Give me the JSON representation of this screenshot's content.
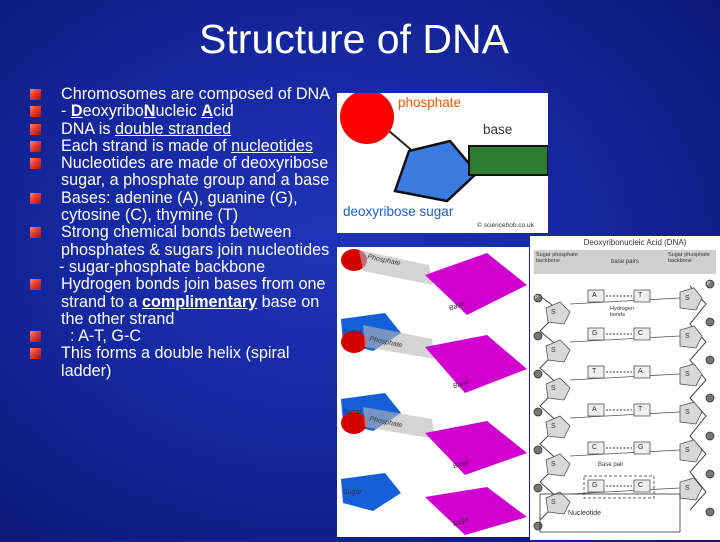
{
  "slide": {
    "title": "Structure of DNA",
    "bullets": {
      "b1": "Chromosomes are composed of DNA",
      "b2_prefix": "- ",
      "b2_D": "D",
      "b2_eoxyribo": "eoxyribo",
      "b2_N": "N",
      "b2_ucleic": "ucleic ",
      "b2_A": "A",
      "b2_cid": "cid",
      "b3_prefix": "DNA is ",
      "b3_link": "double stranded",
      "b4_prefix": "Each strand is made of ",
      "b4_link": "nucleotides",
      "b5": "Nucleotides are made of deoxyribose sugar, a phosphate group and a base",
      "b6": "Bases: adenine (A), guanine (G), cytosine (C), thymine (T)",
      "b7": "Strong chemical bonds between phosphates & sugars join nucleotides",
      "b8": " - sugar-phosphate backbone",
      "b9_prefix": "Hydrogen bonds join bases from one strand to a ",
      "b9_link": "complimentary",
      "b9_suffix": " base on the other strand",
      "b10": "  : A-T, G-C",
      "b11": "This forms a double helix (spiral ladder)"
    }
  },
  "figure1": {
    "phosphate_label": "phosphate",
    "base_label": "base",
    "sugar_label": "deoxyribose sugar",
    "credit": "© sciencebob.co.uk",
    "colors": {
      "phosphate": "#ff0000",
      "base": "#2e7d32",
      "sugar": "#3b7be0",
      "label": "#ff5500",
      "sugar_label": "#1a5fd0"
    }
  },
  "figure2": {
    "labels": [
      "Phosphate",
      "Base",
      "Sugar",
      "Phosphate",
      "Base",
      "Sugar",
      "Phosphate",
      "Base",
      "Sugar",
      "Base"
    ],
    "colors": {
      "phosphate": "#d40000",
      "sugar": "#1560d8",
      "base": "#d000d0"
    }
  },
  "figure3": {
    "title": "Deoxyribonucleic Acid (DNA)",
    "head_left": "Sugar phosphate backbone",
    "head_mid": "base pairs",
    "head_right": "Sugar phosphate backbone",
    "hydrogen": "Hydrogen bonds",
    "base_pair": "Base pair",
    "nucleotide": "Nucleotide",
    "sugar": "S",
    "phosphate": "P",
    "pairs": [
      {
        "left": "A",
        "right": "T"
      },
      {
        "left": "G",
        "right": "C"
      },
      {
        "left": "T",
        "right": "A"
      },
      {
        "left": "A",
        "right": "T"
      },
      {
        "left": "C",
        "right": "G"
      },
      {
        "left": "G",
        "right": "C"
      }
    ]
  }
}
